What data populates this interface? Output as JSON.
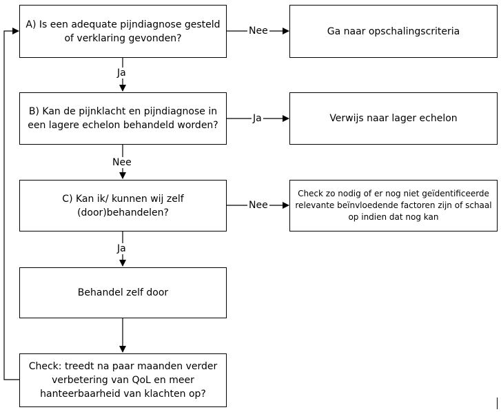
{
  "nodes": {
    "A": "A) Is een adequate pijndiagnose gesteld of verklaring gevonden?",
    "A_out": "Ga naar opschalingscriteria",
    "B": "B) Kan de pijnklacht en pijndiagnose in een lagere echelon behandeld worden?",
    "B_out": "Verwijs naar lager echelon",
    "C": "C) Kan ik/ kunnen wij zelf (door)behandelen?",
    "C_out": "Check zo nodig of er nog niet geïdentificeerde relevante beïnvloedende factoren zijn of schaal op indien dat nog kan",
    "D": "Behandel zelf door",
    "E": "Check: treedt na paar maanden verder verbetering van QoL en meer hanteerbaarheid van klachten op?"
  },
  "edges": {
    "A_right": "Nee",
    "A_down": "Ja",
    "B_right": "Ja",
    "B_down": "Nee",
    "C_right": "Nee",
    "C_down": "Ja"
  }
}
